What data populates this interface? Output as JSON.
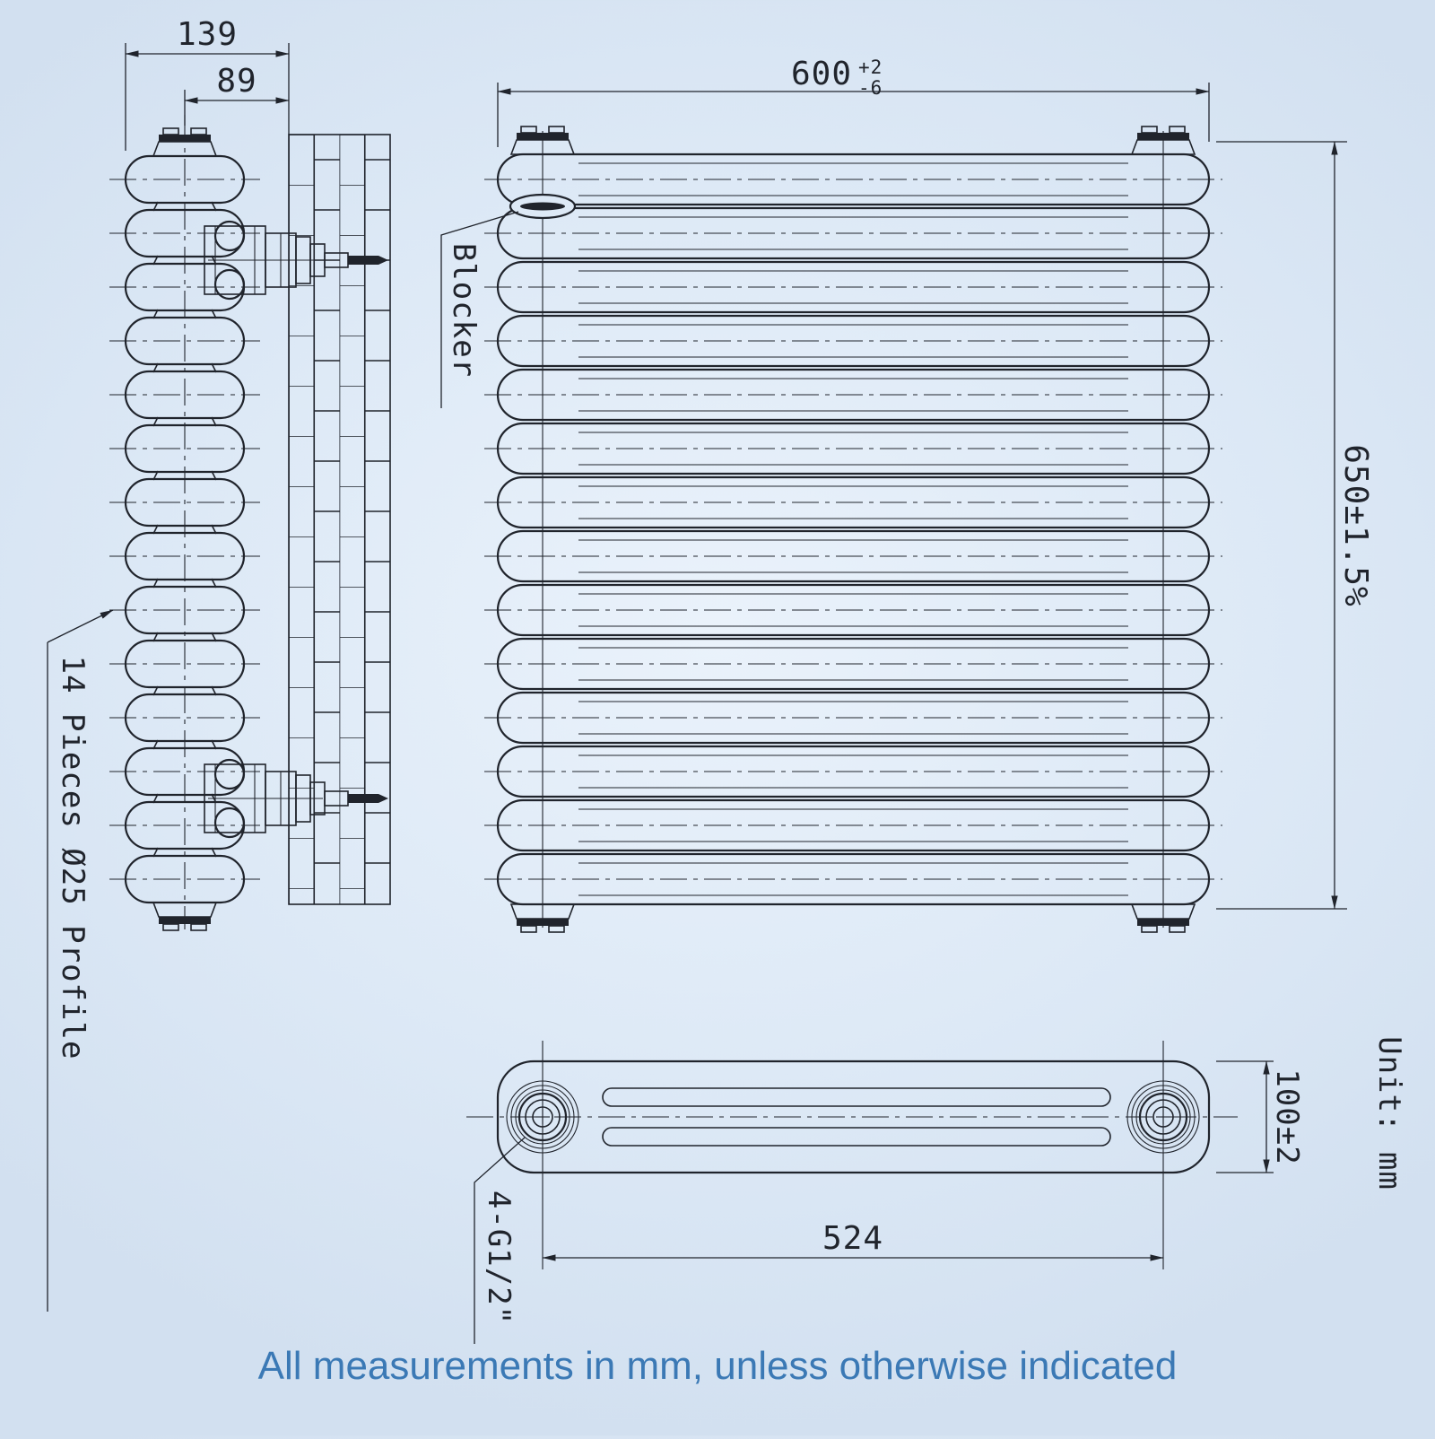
{
  "drawing": {
    "labels": {
      "blocker": "Blocker",
      "profile_note": "14 Pieces Ø25 Profile",
      "thread_note": "4-G1/2\"",
      "unit_note": "Unit: mm"
    },
    "dims": {
      "depth": "139",
      "wall_offset": "89",
      "width": "600",
      "width_tol_plus": "+2",
      "width_tol_minus": "-6",
      "height": "650±1.5%",
      "port_spacing": "524",
      "profile_depth": "100±2"
    },
    "views": {
      "side": "side view with wall fixing",
      "front": "front view, 14 horizontal tubes",
      "bottom": "bottom view with 4 connection ports"
    }
  },
  "footer": {
    "note": "All measurements in mm, unless otherwise indicated"
  },
  "colors": {
    "background": "#dde9f6",
    "line": "#20242c",
    "footer_text": "#3b79b5"
  }
}
